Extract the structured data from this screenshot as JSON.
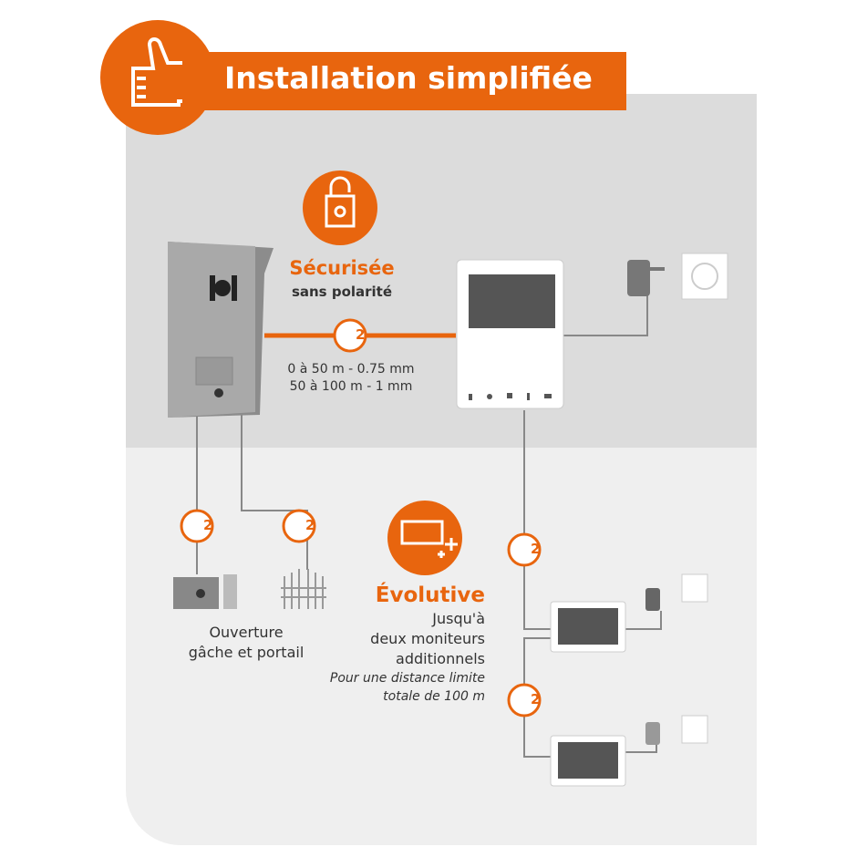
{
  "header": {
    "title": "Installation simplifiée",
    "icon": "thumbs-up-icon"
  },
  "security": {
    "title": "Sécurisée",
    "subtitle": "sans polarité",
    "icon": "padlock-icon"
  },
  "cable_main": {
    "wires": "2",
    "line1": "0 à 50 m - 0.75 mm",
    "line2": "50 à 100 m - 1 mm"
  },
  "cable_labels": {
    "wires": "2"
  },
  "opening": {
    "line1": "Ouverture",
    "line2": "gâche et portail"
  },
  "evolutive": {
    "title": "Évolutive",
    "line1": "Jusqu'à",
    "line2": "deux moniteurs",
    "line3": "additionnels",
    "note1": "Pour une distance limite",
    "note2": "totale de 100 m",
    "icon": "add-monitor-icon"
  },
  "colors": {
    "accent": "#e8650e",
    "panel_dark": "#dcdcdc",
    "panel_light": "#efefef"
  }
}
